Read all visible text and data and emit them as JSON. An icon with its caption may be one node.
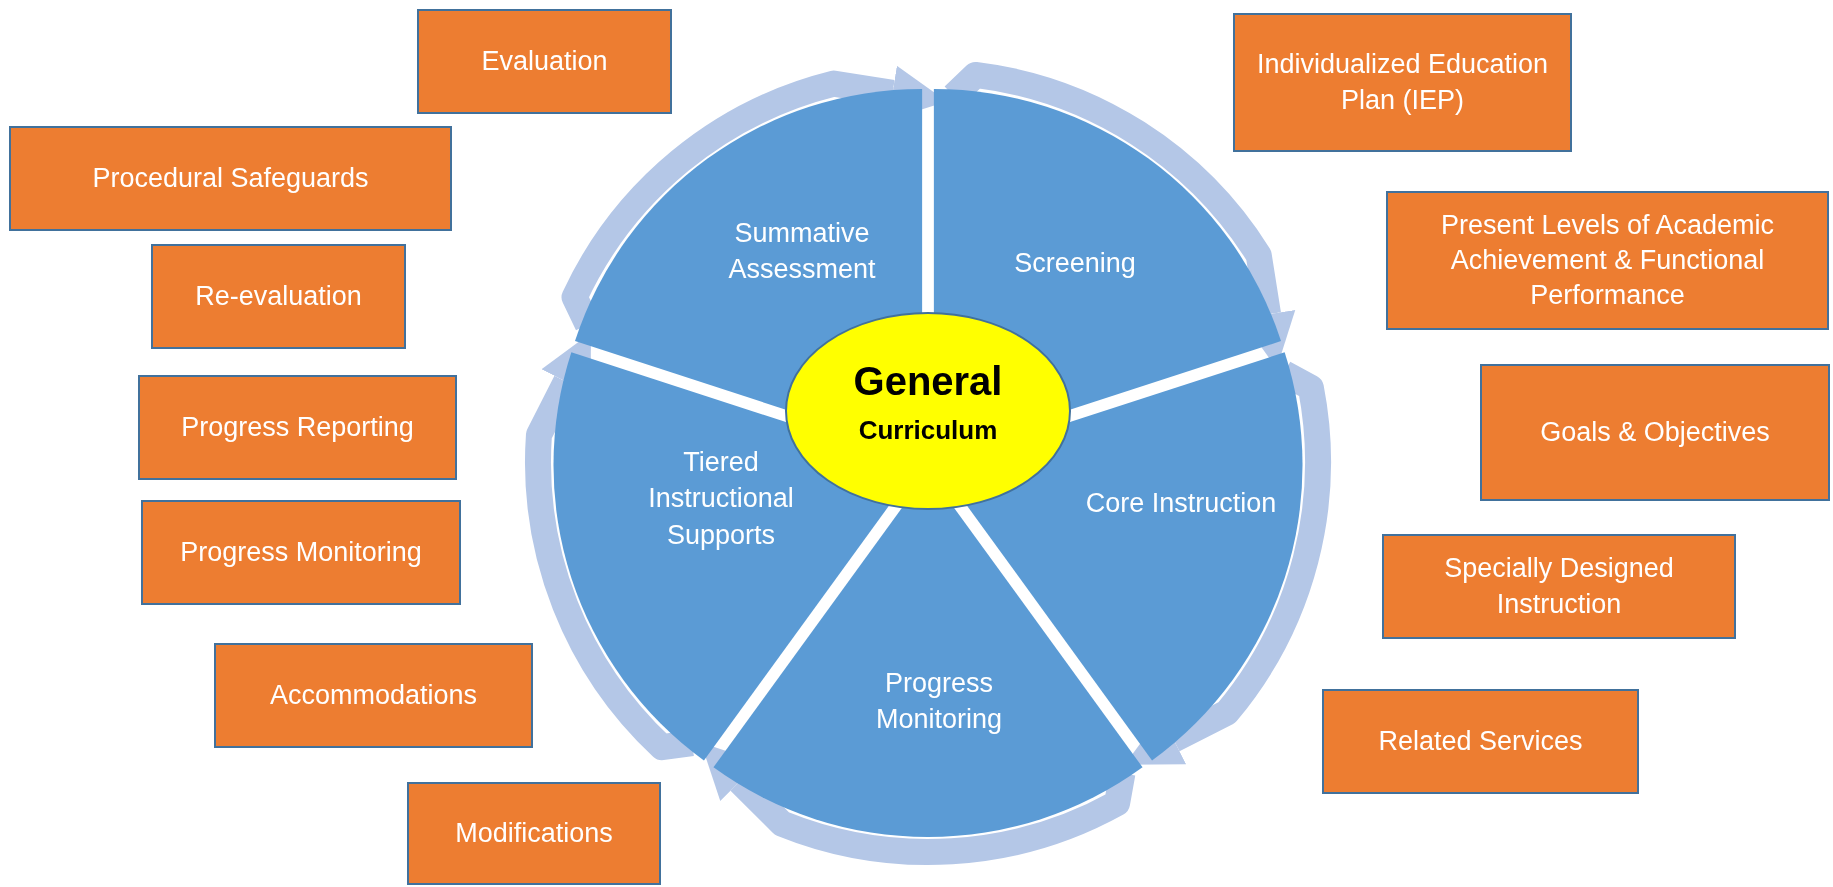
{
  "diagram": {
    "nodes": [
      {
        "text": [
          "General",
          "Curriculum"
        ]
      },
      {
        "text": [
          "Summative Assessment"
        ]
      },
      {
        "text": [
          "Screening"
        ]
      },
      {
        "text": [
          "Core Instruction"
        ]
      },
      {
        "text": [
          "Progress Monitoring"
        ]
      },
      {
        "text": [
          "Tiered Instructional Supports"
        ]
      },
      {
        "text": [
          "Evaluation"
        ]
      },
      {
        "text": [
          "Procedural Safeguards"
        ]
      },
      {
        "text": [
          "Re-evaluation"
        ]
      },
      {
        "text": [
          "Progress Reporting"
        ]
      },
      {
        "text": [
          "Progress Monitoring"
        ]
      },
      {
        "text": [
          "Accommodations"
        ]
      },
      {
        "text": [
          "Modifications"
        ]
      },
      {
        "text": [
          "Individualized Education Plan (IEP)"
        ]
      },
      {
        "text": [
          "Present Levels of Academic Achievement & Functional Performance"
        ]
      },
      {
        "text": [
          "Goals & Objectives"
        ]
      },
      {
        "text": [
          "Specially Designed Instruction"
        ]
      },
      {
        "text": [
          "Related Services"
        ]
      }
    ],
    "edges": [
      {
        "from": 1,
        "to": 2,
        "arrow": "to"
      },
      {
        "from": 2,
        "to": 3,
        "arrow": "to"
      },
      {
        "from": 3,
        "to": 4,
        "arrow": "to"
      },
      {
        "from": 4,
        "to": 5,
        "arrow": "to"
      },
      {
        "from": 5,
        "to": 1,
        "arrow": "to"
      }
    ]
  }
}
